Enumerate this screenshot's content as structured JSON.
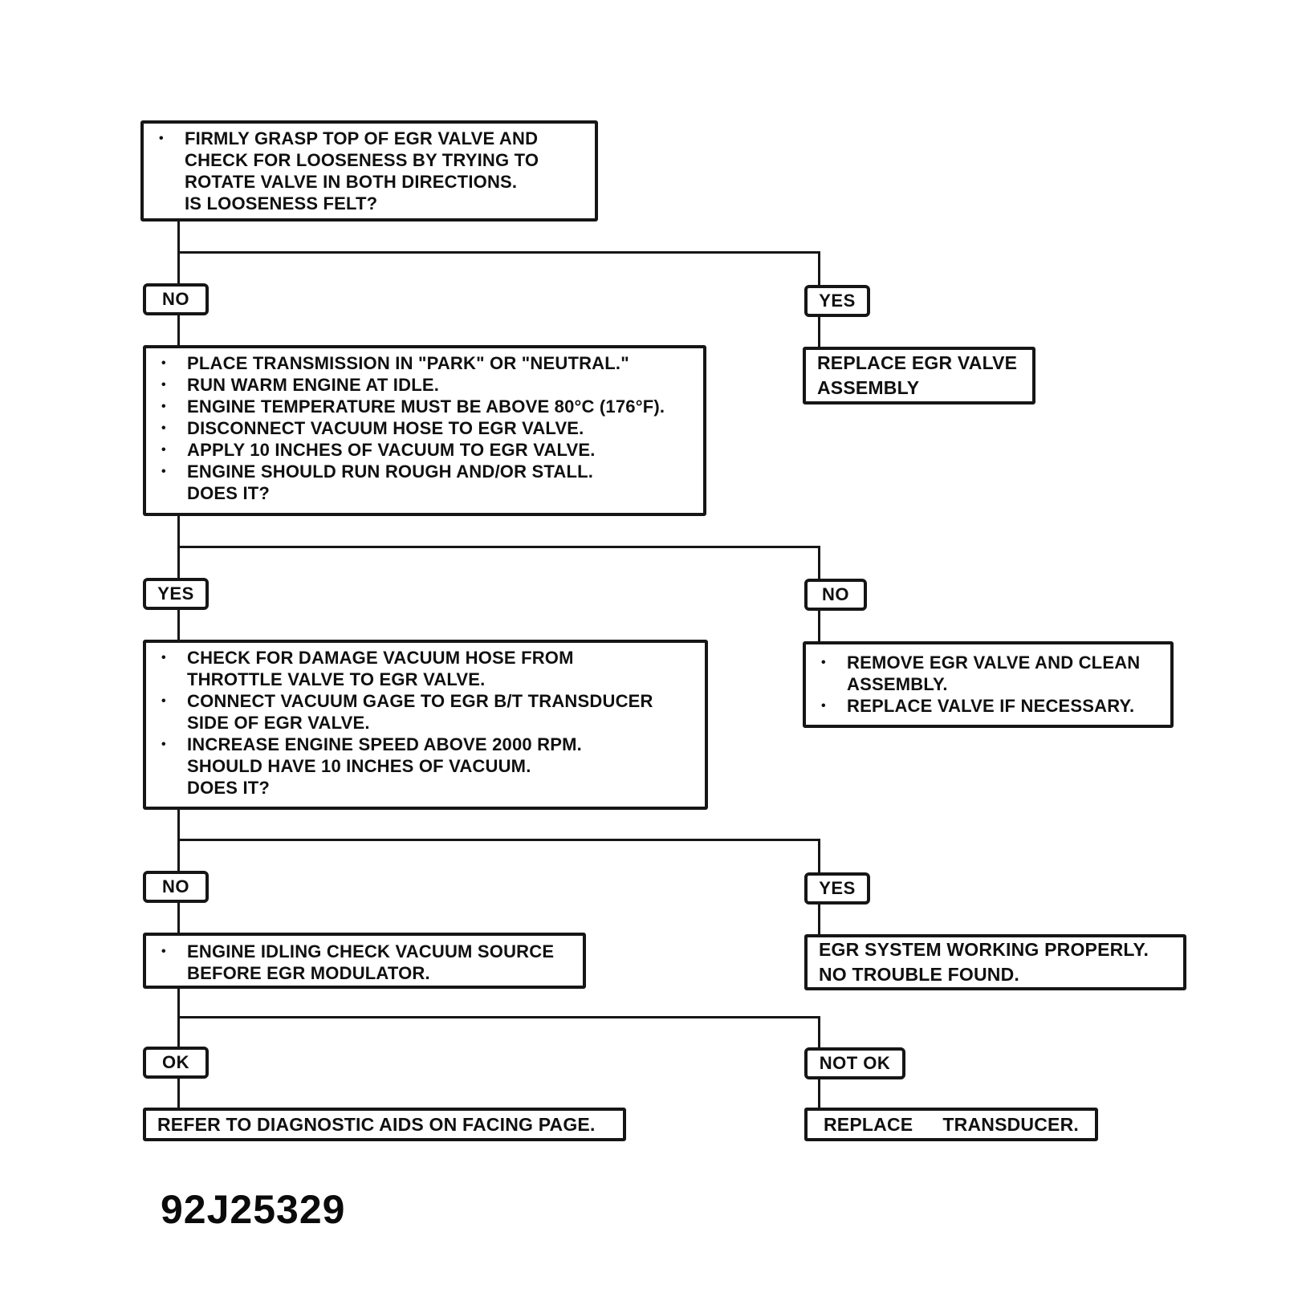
{
  "palette": {
    "ink": "#161616",
    "paper": "#ffffff"
  },
  "glyphs": {
    "bullet": "•"
  },
  "figure_code": "92J25329",
  "nodes": {
    "q1": {
      "bullets": [
        [
          "FIRMLY GRASP TOP OF EGR VALVE AND",
          "CHECK FOR LOOSENESS BY TRYING TO",
          "ROTATE VALVE IN BOTH DIRECTIONS.",
          "IS LOOSENESS FELT?"
        ]
      ]
    },
    "replace_egr": {
      "lines": [
        "REPLACE EGR VALVE",
        "ASSEMBLY"
      ]
    },
    "q2": {
      "bullets": [
        [
          "PLACE TRANSMISSION IN \"PARK\" OR \"NEUTRAL.\""
        ],
        [
          "RUN WARM ENGINE AT IDLE."
        ],
        [
          "ENGINE TEMPERATURE MUST BE ABOVE 80°C (176°F)."
        ],
        [
          "DISCONNECT VACUUM HOSE TO EGR VALVE."
        ],
        [
          "APPLY 10 INCHES OF VACUUM TO EGR VALVE."
        ],
        [
          "ENGINE SHOULD RUN ROUGH AND/OR STALL.",
          "DOES IT?"
        ]
      ]
    },
    "remove_egr": {
      "bullets": [
        [
          "REMOVE EGR VALVE AND CLEAN",
          "ASSEMBLY."
        ],
        [
          "REPLACE VALVE IF NECESSARY."
        ]
      ]
    },
    "q3": {
      "bullets": [
        [
          "CHECK FOR DAMAGE VACUUM HOSE FROM",
          "THROTTLE VALVE TO EGR VALVE."
        ],
        [
          "CONNECT VACUUM GAGE TO EGR B/T TRANSDUCER",
          "SIDE OF EGR VALVE."
        ],
        [
          "INCREASE ENGINE SPEED ABOVE 2000 RPM.",
          "SHOULD HAVE 10 INCHES OF VACUUM.",
          "DOES IT?"
        ]
      ]
    },
    "egr_ok": {
      "lines": [
        "EGR SYSTEM WORKING PROPERLY.",
        "NO TROUBLE FOUND."
      ]
    },
    "q4": {
      "bullets": [
        [
          "ENGINE IDLING CHECK VACUUM SOURCE",
          "BEFORE EGR MODULATOR."
        ]
      ]
    },
    "refer": {
      "lines": [
        "REFER TO DIAGNOSTIC AIDS ON FACING PAGE."
      ]
    },
    "replace_transducer": {
      "words": [
        "REPLACE",
        "TRANSDUCER."
      ]
    }
  },
  "decisions": {
    "d1_left": "NO",
    "d1_right": "YES",
    "d2_left": "YES",
    "d2_right": "NO",
    "d3_left": "NO",
    "d3_right": "YES",
    "d4_left": "OK",
    "d4_right": "NOT OK"
  }
}
